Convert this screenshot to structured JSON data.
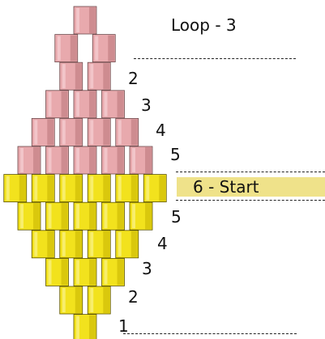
{
  "title": "Loop - 3",
  "row_labels": [
    "2",
    "3",
    "4",
    "5",
    "5",
    "4",
    "3",
    "2",
    "1"
  ],
  "start_label": "6 - Start",
  "colors": {
    "pink": "#e8a9ad",
    "yellow": "#f2e21d",
    "start_band": "#efe28a"
  },
  "bead_rows": [
    {
      "count": 1,
      "color": "pink",
      "gap": false
    },
    {
      "count": 2,
      "color": "pink",
      "gap": true
    },
    {
      "count": 2,
      "color": "pink",
      "gap": false
    },
    {
      "count": 3,
      "color": "pink",
      "gap": false
    },
    {
      "count": 4,
      "color": "pink",
      "gap": false
    },
    {
      "count": 5,
      "color": "pink",
      "gap": false
    },
    {
      "count": 6,
      "color": "yellow",
      "gap": false
    },
    {
      "count": 5,
      "color": "yellow",
      "gap": false
    },
    {
      "count": 4,
      "color": "yellow",
      "gap": false
    },
    {
      "count": 3,
      "color": "yellow",
      "gap": false
    },
    {
      "count": 2,
      "color": "yellow",
      "gap": false
    },
    {
      "count": 1,
      "color": "yellow",
      "gap": false
    }
  ]
}
